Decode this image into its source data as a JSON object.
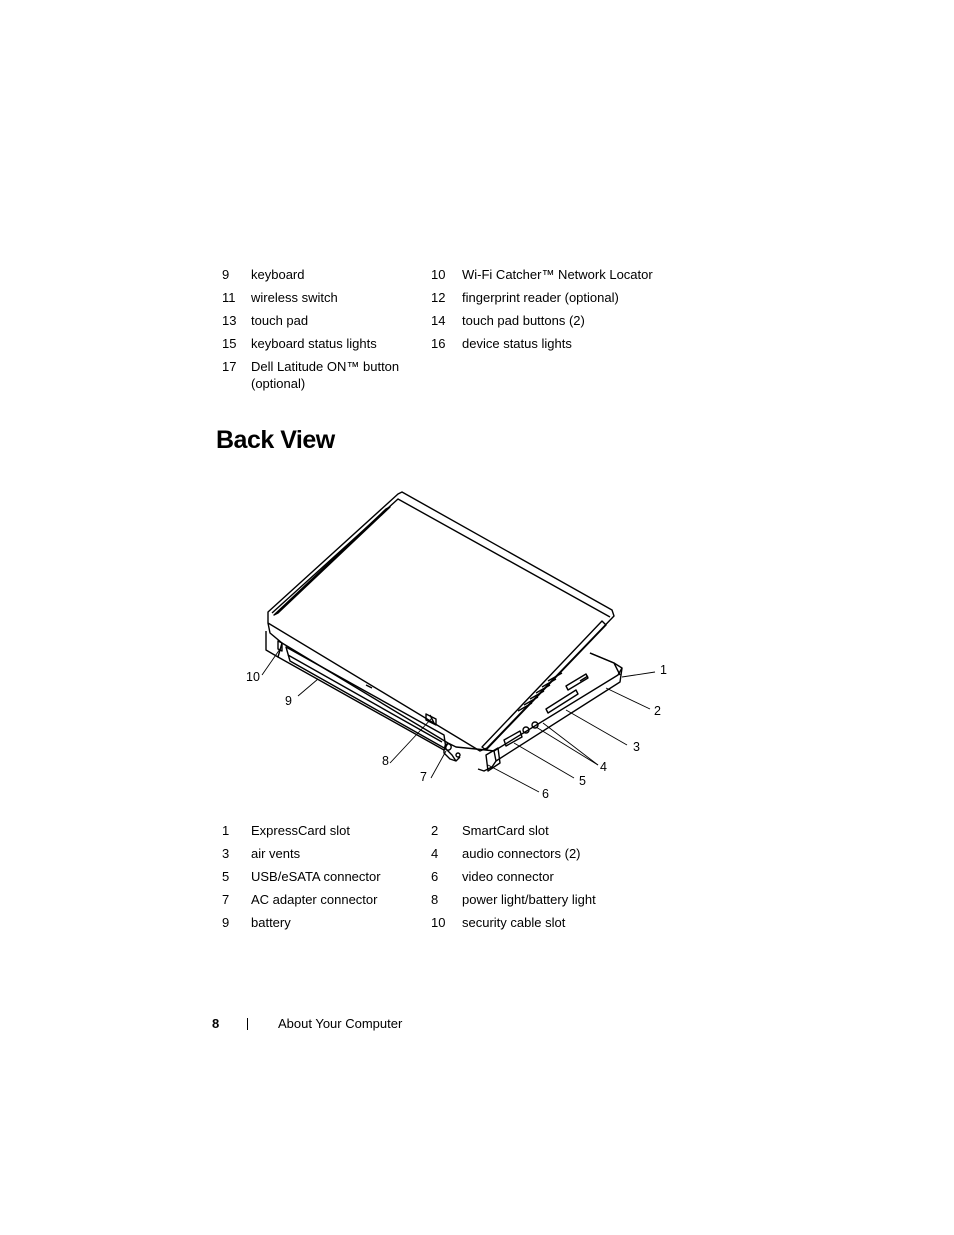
{
  "top_table": {
    "rows": [
      {
        "n1": "9",
        "l1": "keyboard",
        "n2": "10",
        "l2": "Wi-Fi Catcher™ Network Locator"
      },
      {
        "n1": "11",
        "l1": "wireless switch",
        "n2": "12",
        "l2": "fingerprint reader (optional)"
      },
      {
        "n1": "13",
        "l1": "touch pad",
        "n2": "14",
        "l2": "touch pad buttons (2)"
      },
      {
        "n1": "15",
        "l1": "keyboard status lights",
        "n2": "16",
        "l2": "device status lights"
      },
      {
        "n1": "17",
        "l1": "Dell Latitude ON™ button (optional)",
        "n2": "",
        "l2": ""
      }
    ]
  },
  "heading": "Back View",
  "figure": {
    "callouts": [
      "1",
      "2",
      "3",
      "4",
      "5",
      "6",
      "7",
      "8",
      "9",
      "10"
    ]
  },
  "bottom_table": {
    "rows": [
      {
        "n1": "1",
        "l1": "ExpressCard slot",
        "n2": "2",
        "l2": "SmartCard slot"
      },
      {
        "n1": "3",
        "l1": "air vents",
        "n2": "4",
        "l2": "audio connectors (2)"
      },
      {
        "n1": "5",
        "l1": "USB/eSATA connector",
        "n2": "6",
        "l2": "video connector"
      },
      {
        "n1": "7",
        "l1": "AC adapter connector",
        "n2": "8",
        "l2": "power light/battery light"
      },
      {
        "n1": "9",
        "l1": "battery",
        "n2": "10",
        "l2": "security cable slot"
      }
    ]
  },
  "footer": {
    "page_number": "8",
    "section": "About Your Computer"
  }
}
